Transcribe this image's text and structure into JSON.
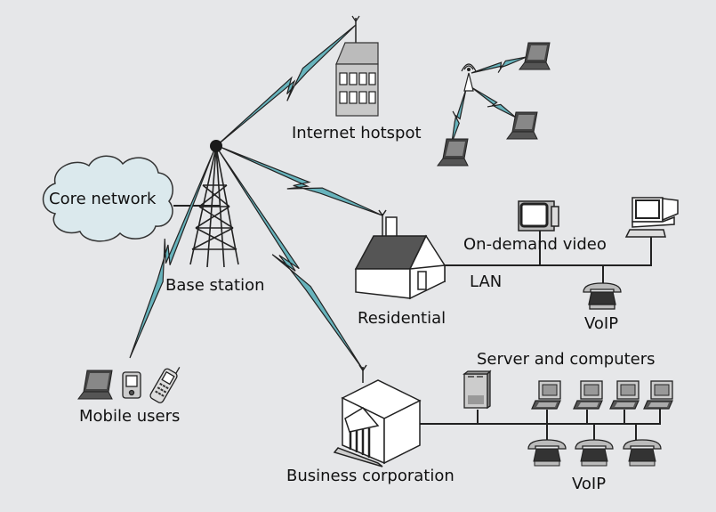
{
  "labels": {
    "core_network": "Core network",
    "base_station": "Base station",
    "internet_hotspot": "Internet hotspot",
    "residential": "Residential",
    "on_demand_video": "On-demand video",
    "lan": "LAN",
    "voip_residential": "VoIP",
    "server_and_computers": "Server and computers",
    "business_corporation": "Business corporation",
    "voip_business": "VoIP",
    "mobile_users": "Mobile users"
  },
  "colors": {
    "background": "#e6e7e9",
    "wireless_link": "#67b3bc",
    "cloud": "#dbe9ed",
    "roof": "#555555"
  }
}
